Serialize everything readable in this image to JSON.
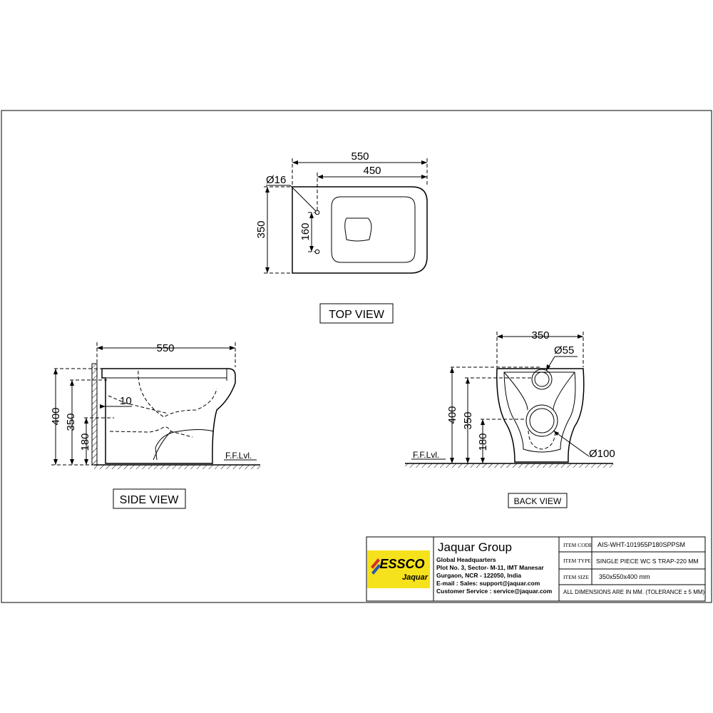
{
  "top_view": {
    "title": "TOP VIEW",
    "dim_width_outer": "550",
    "dim_width_inner": "450",
    "dim_hole_diameter": "Ø16",
    "dim_depth": "350",
    "dim_hole_spacing": "160"
  },
  "side_view": {
    "title": "SIDE VIEW",
    "dim_length": "550",
    "dim_height": "400",
    "dim_350": "350",
    "dim_180": "180",
    "dim_10": "10",
    "floor_label": "F.F.Lvl."
  },
  "back_view": {
    "title": "BACK VIEW",
    "dim_width": "350",
    "dim_inlet": "Ø55",
    "dim_outlet": "Ø100",
    "dim_height": "400",
    "dim_350": "350",
    "dim_180": "180",
    "floor_label": "F.F.Lvl."
  },
  "title_block": {
    "company": "Jaquar Group",
    "logo_brand": "ESSCO",
    "logo_sub": "Jaquar",
    "address_lines": [
      "Global Headquarters",
      "Plot No. 3, Sector- M-11, IMT Manesar",
      "Gurgaon, NCR - 122050, India",
      "E-mail : Sales: support@jaquar.com",
      "Customer Service : service@jaquar.com"
    ],
    "rows": [
      {
        "label": "ITEM CODE",
        "value": "AIS-WHT-101955P180SPPSM"
      },
      {
        "label": "ITEM TYPE",
        "value": "SINGLE PIECE WC S TRAP-220 MM"
      },
      {
        "label": "ITEM SIZE",
        "value": "350x550x400 mm"
      }
    ],
    "note": "ALL DIMENSIONS ARE IN MM. (TOLERANCE ± 5 MM)"
  },
  "colors": {
    "logo_bg": "#f5e21c",
    "logo_red": "#d8322a",
    "logo_blue": "#2a5aa8"
  }
}
